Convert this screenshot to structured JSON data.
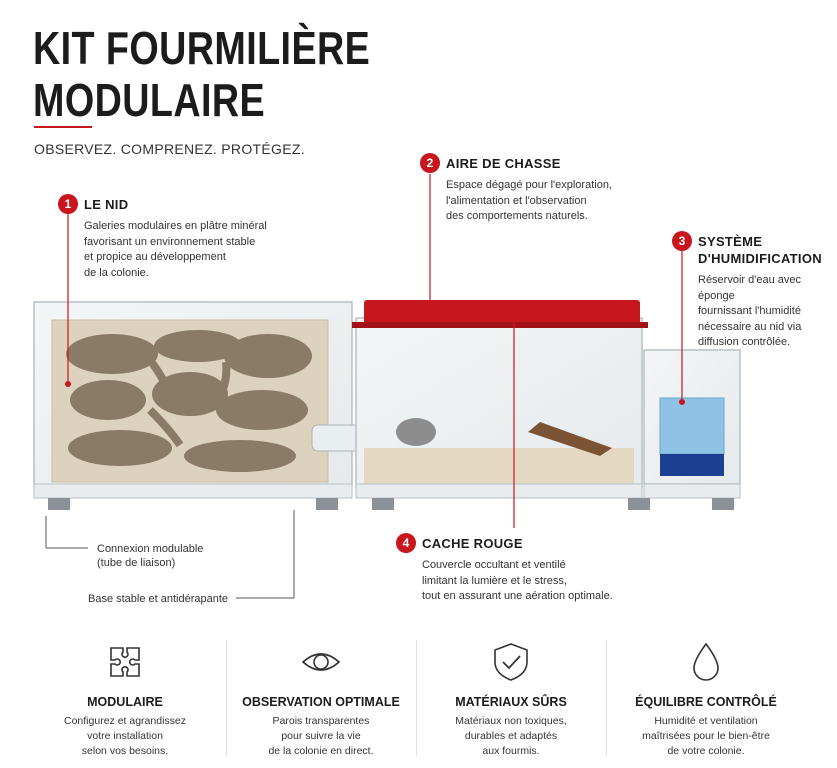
{
  "header": {
    "title_line1": "KIT FOURMILIÈRE",
    "title_line2": "MODULAIRE",
    "tagline": "OBSERVEZ. COMPRENEZ. PROTÉGEZ."
  },
  "callouts": [
    {
      "number": "1",
      "title": "LE NID",
      "lines": [
        "Galeries modulaires en plâtre minéral",
        "favorisant un environnement stable",
        "et propice au développement",
        "de la colonie."
      ]
    },
    {
      "number": "2",
      "title": "AIRE DE CHASSE",
      "lines": [
        "Espace dégagé pour l'exploration,",
        "l'alimentation et l'observation",
        "des comportements naturels."
      ]
    },
    {
      "number": "3",
      "title_line1": "SYSTÈME",
      "title_line2": "D'HUMIDIFICATION",
      "lines": [
        "Réservoir d'eau avec éponge",
        "fournissant l'humidité",
        "nécessaire au nid via",
        "diffusion contrôlée."
      ]
    },
    {
      "number": "4",
      "title": "CACHE ROUGE",
      "lines": [
        "Couvercle occultant et ventilé",
        "limitant la lumière et le stress,",
        "tout en assurant une aération optimale."
      ]
    }
  ],
  "annotations": {
    "connexion_line1": "Connexion modulable",
    "connexion_line2": "(tube de liaison)",
    "base": "Base stable et antidérapante"
  },
  "features": [
    {
      "icon": "puzzle-icon",
      "title": "MODULAIRE",
      "lines": [
        "Configurez et agrandissez",
        "votre installation",
        "selon vos besoins."
      ]
    },
    {
      "icon": "eye-icon",
      "title": "OBSERVATION OPTIMALE",
      "lines": [
        "Parois transparentes",
        "pour suivre la vie",
        "de la colonie en direct."
      ]
    },
    {
      "icon": "shield-check-icon",
      "title": "MATÉRIAUX SÛRS",
      "lines": [
        "Matériaux non toxiques,",
        "durables et adaptés",
        "aux fourmis."
      ]
    },
    {
      "icon": "water-drop-icon",
      "title": "ÉQUILIBRE CONTRÔLÉ",
      "lines": [
        "Humidité et ventilation",
        "maîtrisées pour le bien-être",
        "de votre colonie."
      ]
    }
  ],
  "colors": {
    "accent": "#c8161e",
    "plaster": "#ddd2bd",
    "water": "#8ec3e6",
    "sand": "#e4d8c2"
  }
}
